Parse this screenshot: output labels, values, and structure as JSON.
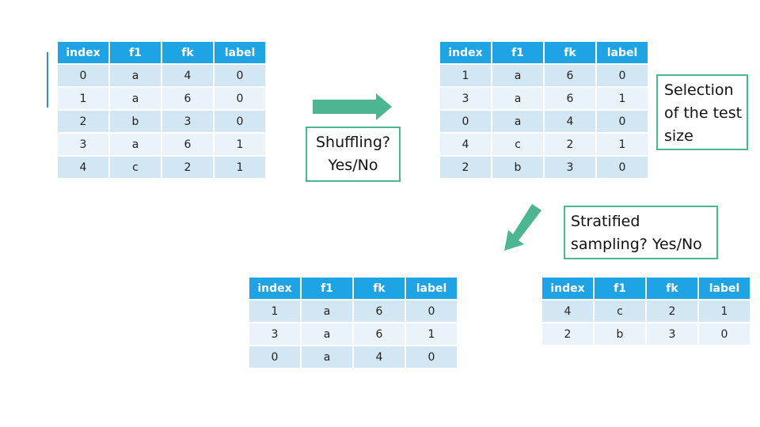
{
  "tables": {
    "original": {
      "headers": [
        "index",
        "f1",
        "fk",
        "label"
      ],
      "rows": [
        [
          "0",
          "a",
          "4",
          "0"
        ],
        [
          "1",
          "a",
          "6",
          "0"
        ],
        [
          "2",
          "b",
          "3",
          "0"
        ],
        [
          "3",
          "a",
          "6",
          "1"
        ],
        [
          "4",
          "c",
          "2",
          "1"
        ]
      ]
    },
    "shuffled": {
      "headers": [
        "index",
        "f1",
        "fk",
        "label"
      ],
      "rows": [
        [
          "1",
          "a",
          "6",
          "0"
        ],
        [
          "3",
          "a",
          "6",
          "1"
        ],
        [
          "0",
          "a",
          "4",
          "0"
        ],
        [
          "4",
          "c",
          "2",
          "1"
        ],
        [
          "2",
          "b",
          "3",
          "0"
        ]
      ]
    },
    "train": {
      "headers": [
        "index",
        "f1",
        "fk",
        "label"
      ],
      "rows": [
        [
          "1",
          "a",
          "6",
          "0"
        ],
        [
          "3",
          "a",
          "6",
          "1"
        ],
        [
          "0",
          "a",
          "4",
          "0"
        ]
      ]
    },
    "test": {
      "headers": [
        "index",
        "f1",
        "fk",
        "label"
      ],
      "rows": [
        [
          "4",
          "c",
          "2",
          "1"
        ],
        [
          "2",
          "b",
          "3",
          "0"
        ]
      ]
    }
  },
  "boxes": {
    "shuffling": {
      "line1": "Shuffling?",
      "line2": "Yes/No"
    },
    "selection": {
      "line1": "Selection",
      "line2": "of the test",
      "line3": "size"
    },
    "stratified": {
      "line1": "Stratified",
      "line2": "sampling? Yes/No"
    }
  },
  "colors": {
    "header": "#1ea3e4",
    "row": "#d3e6f3",
    "row_alt": "#eaf3f9",
    "arrow": "#4cb592"
  }
}
